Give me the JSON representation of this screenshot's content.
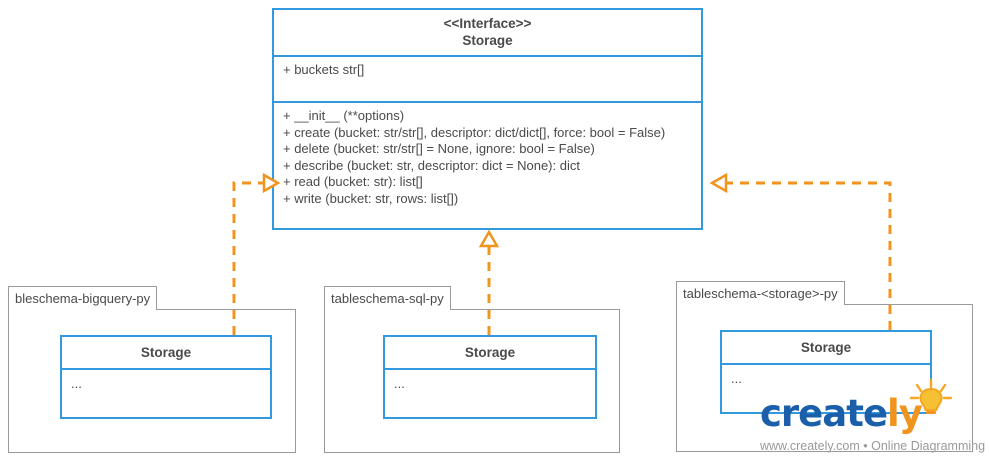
{
  "diagram": {
    "type": "uml-class-diagram",
    "interface": {
      "stereotype": "<<Interface>>",
      "name": "Storage",
      "attributes": [
        "+ buckets str[]"
      ],
      "operations": [
        "+ __init__ (**options)",
        "+ create (bucket: str/str[], descriptor: dict/dict[], force: bool = False)",
        "+ delete (bucket: str/str[] = None, ignore: bool = False)",
        "+ describe (bucket: str, descriptor: dict = None): dict",
        "+ read (bucket: str): list[]",
        "+ write (bucket: str, rows: list[])"
      ]
    },
    "packages": [
      {
        "label": "bleschema-bigquery-py",
        "class": {
          "name": "Storage",
          "body": "..."
        }
      },
      {
        "label": "tableschema-sql-py",
        "class": {
          "name": "Storage",
          "body": "..."
        }
      },
      {
        "label": "tableschema-<storage>-py",
        "class": {
          "name": "Storage",
          "body": "..."
        }
      }
    ],
    "connectors": [
      {
        "name": "realization-bigquery",
        "style": "dashed",
        "arrowhead": "hollow-triangle",
        "color": "#f0941e"
      },
      {
        "name": "realization-sql",
        "style": "dashed",
        "arrowhead": "hollow-triangle",
        "color": "#f0941e"
      },
      {
        "name": "realization-storage",
        "style": "dashed",
        "arrowhead": "hollow-triangle",
        "color": "#f0941e"
      }
    ],
    "colors": {
      "class_border": "#3399dd",
      "package_border": "#9a9a9a",
      "connector": "#f0941e",
      "text": "#4a4a4a"
    }
  },
  "watermark": {
    "brand_part1": "creat",
    "brand_part2": "e",
    "brand_part3": "ly",
    "tagline": "www.creately.com • Online Diagramming"
  }
}
